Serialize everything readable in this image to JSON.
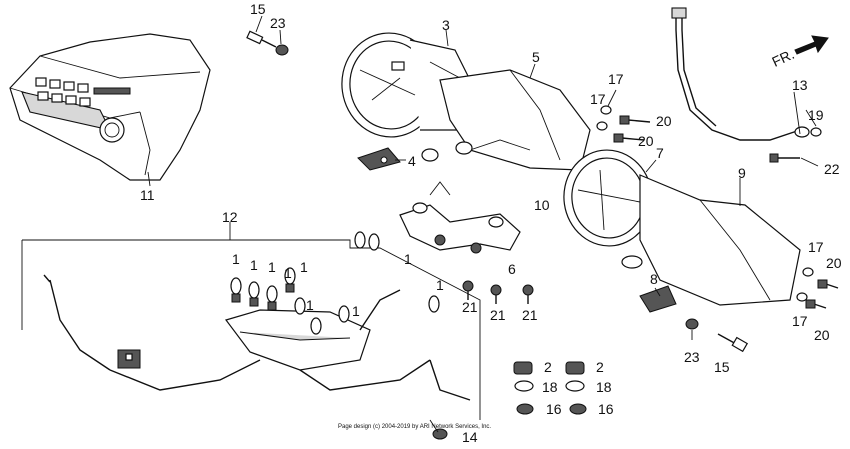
{
  "diagram": {
    "callouts": {
      "c1a": "1",
      "c1b": "1",
      "c1c": "1",
      "c1d": "1",
      "c1e": "1",
      "c1f": "1",
      "c1g": "1",
      "c1h": "1",
      "c1i": "1",
      "c2a": "2",
      "c2b": "2",
      "c3": "3",
      "c4": "4",
      "c5": "5",
      "c6": "6",
      "c7": "7",
      "c8": "8",
      "c9": "9",
      "c10": "10",
      "c11": "11",
      "c12": "12",
      "c13": "13",
      "c14": "14",
      "c15a": "15",
      "c15b": "15",
      "c16a": "16",
      "c16b": "16",
      "c17a": "17",
      "c17b": "17",
      "c17c": "17",
      "c17d": "17",
      "c18a": "18",
      "c18b": "18",
      "c19": "19",
      "c20a": "20",
      "c20b": "20",
      "c20c": "20",
      "c20d": "20",
      "c21a": "21",
      "c21b": "21",
      "c21c": "21",
      "c22": "22",
      "c23a": "23",
      "c23b": "23"
    },
    "direction_label": "FR.",
    "copyright": "Page design (c) 2004-2019 by ARI Network Services, Inc."
  }
}
